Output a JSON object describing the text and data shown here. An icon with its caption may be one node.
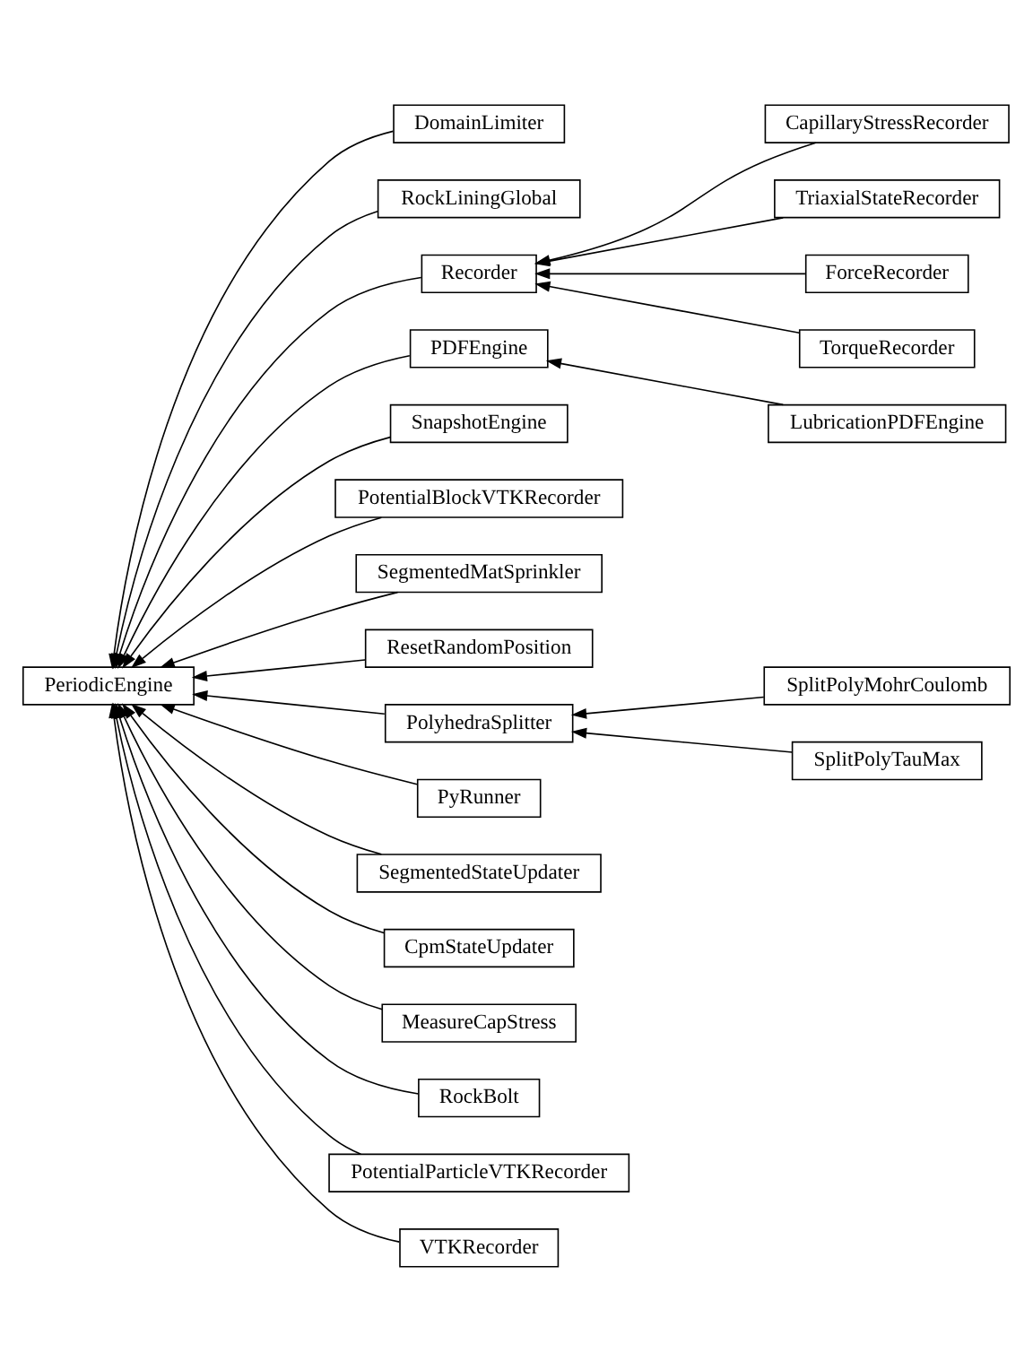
{
  "diagram": {
    "nodes": [
      {
        "text": [
          "PeriodicEngine"
        ]
      },
      {
        "text": [
          "DomainLimiter"
        ]
      },
      {
        "text": [
          "RockLiningGlobal"
        ]
      },
      {
        "text": [
          "Recorder"
        ]
      },
      {
        "text": [
          "PDFEngine"
        ]
      },
      {
        "text": [
          "SnapshotEngine"
        ]
      },
      {
        "text": [
          "PotentialBlockVTKRecorder"
        ]
      },
      {
        "text": [
          "SegmentedMatSprinkler"
        ]
      },
      {
        "text": [
          "ResetRandomPosition"
        ]
      },
      {
        "text": [
          "PolyhedraSplitter"
        ]
      },
      {
        "text": [
          "PyRunner"
        ]
      },
      {
        "text": [
          "SegmentedStateUpdater"
        ]
      },
      {
        "text": [
          "CpmStateUpdater"
        ]
      },
      {
        "text": [
          "MeasureCapStress"
        ]
      },
      {
        "text": [
          "RockBolt"
        ]
      },
      {
        "text": [
          "PotentialParticleVTKRecorder"
        ]
      },
      {
        "text": [
          "VTKRecorder"
        ]
      },
      {
        "text": [
          "CapillaryStressRecorder"
        ]
      },
      {
        "text": [
          "TriaxialStateRecorder"
        ]
      },
      {
        "text": [
          "ForceRecorder"
        ]
      },
      {
        "text": [
          "TorqueRecorder"
        ]
      },
      {
        "text": [
          "LubricationPDFEngine"
        ]
      },
      {
        "text": [
          "SplitPolyMohrCoulomb"
        ]
      },
      {
        "text": [
          "SplitPolyTauMax"
        ]
      }
    ],
    "edges": [
      {
        "from": 1,
        "to": 0,
        "arrow": "to"
      },
      {
        "from": 2,
        "to": 0,
        "arrow": "to"
      },
      {
        "from": 3,
        "to": 0,
        "arrow": "to"
      },
      {
        "from": 4,
        "to": 0,
        "arrow": "to"
      },
      {
        "from": 5,
        "to": 0,
        "arrow": "to"
      },
      {
        "from": 6,
        "to": 0,
        "arrow": "to"
      },
      {
        "from": 7,
        "to": 0,
        "arrow": "to"
      },
      {
        "from": 8,
        "to": 0,
        "arrow": "to"
      },
      {
        "from": 9,
        "to": 0,
        "arrow": "to"
      },
      {
        "from": 10,
        "to": 0,
        "arrow": "to"
      },
      {
        "from": 11,
        "to": 0,
        "arrow": "to"
      },
      {
        "from": 12,
        "to": 0,
        "arrow": "to"
      },
      {
        "from": 13,
        "to": 0,
        "arrow": "to"
      },
      {
        "from": 14,
        "to": 0,
        "arrow": "to"
      },
      {
        "from": 15,
        "to": 0,
        "arrow": "to"
      },
      {
        "from": 16,
        "to": 0,
        "arrow": "to"
      },
      {
        "from": 17,
        "to": 3,
        "arrow": "to"
      },
      {
        "from": 18,
        "to": 3,
        "arrow": "to"
      },
      {
        "from": 19,
        "to": 3,
        "arrow": "to"
      },
      {
        "from": 20,
        "to": 3,
        "arrow": "to"
      },
      {
        "from": 21,
        "to": 4,
        "arrow": "to"
      },
      {
        "from": 22,
        "to": 9,
        "arrow": "to"
      },
      {
        "from": 23,
        "to": 9,
        "arrow": "to"
      }
    ]
  }
}
